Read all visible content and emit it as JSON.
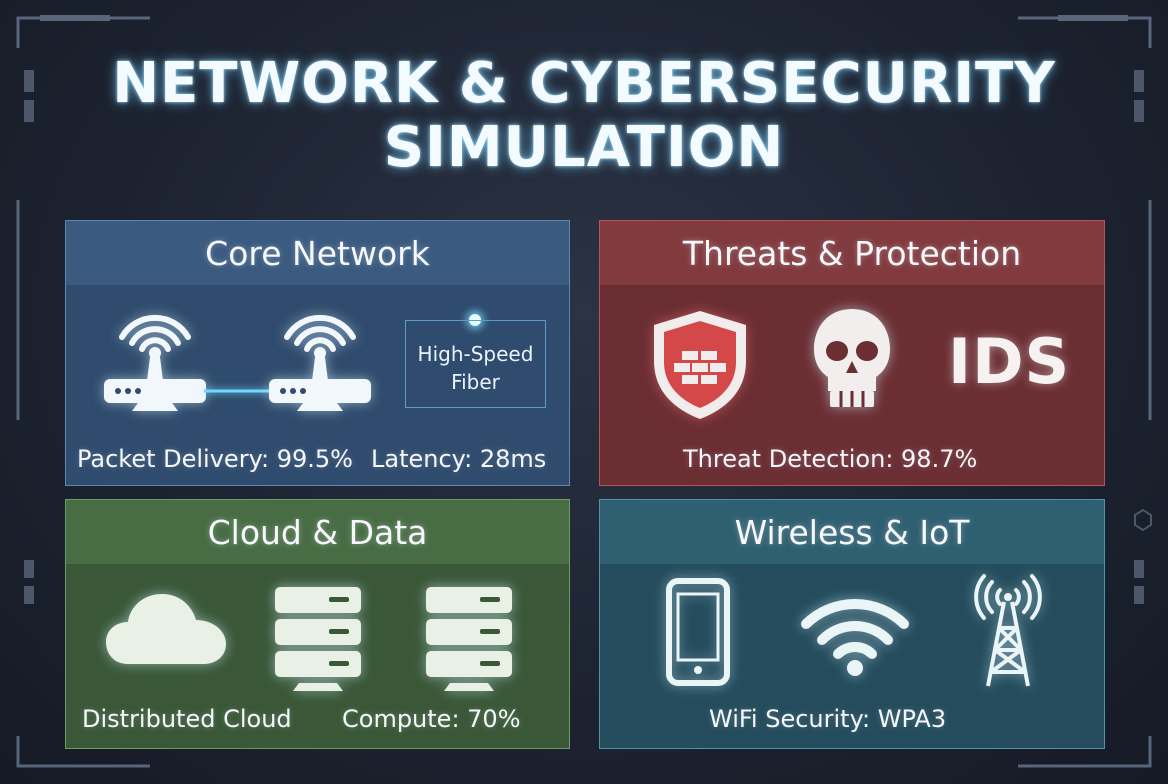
{
  "title": {
    "line1": "NETWORK & CYBERSECURITY",
    "line2": "SIMULATION"
  },
  "colors": {
    "core": "#3a5a80",
    "threats": "#813a3e",
    "cloud": "#486d45",
    "wireless": "#2f6072",
    "fiber_glow": "#6fd8ff",
    "shield_red": "#d4484a"
  },
  "panels": {
    "core": {
      "title": "Core Network",
      "fiber_label_1": "High-Speed",
      "fiber_label_2": "Fiber",
      "packet_delivery": "Packet Delivery: 99.5%",
      "latency": "Latency: 28ms",
      "icons": [
        "router-icon",
        "router-icon",
        "fiber-link-icon"
      ]
    },
    "threats": {
      "title": "Threats & Protection",
      "ids_label": "IDS",
      "threat_detection": "Threat Detection: 98.7%",
      "icons": [
        "firewall-shield-icon",
        "skull-icon"
      ]
    },
    "cloud": {
      "title": "Cloud & Data",
      "distributed": "Distributed Cloud",
      "compute": "Compute: 70%",
      "icons": [
        "cloud-icon",
        "server-icon",
        "server-icon"
      ]
    },
    "wireless": {
      "title": "Wireless & IoT",
      "wifi_security": "WiFi Security: WPA3",
      "icons": [
        "smartphone-icon",
        "wifi-icon",
        "cell-tower-icon"
      ]
    }
  }
}
